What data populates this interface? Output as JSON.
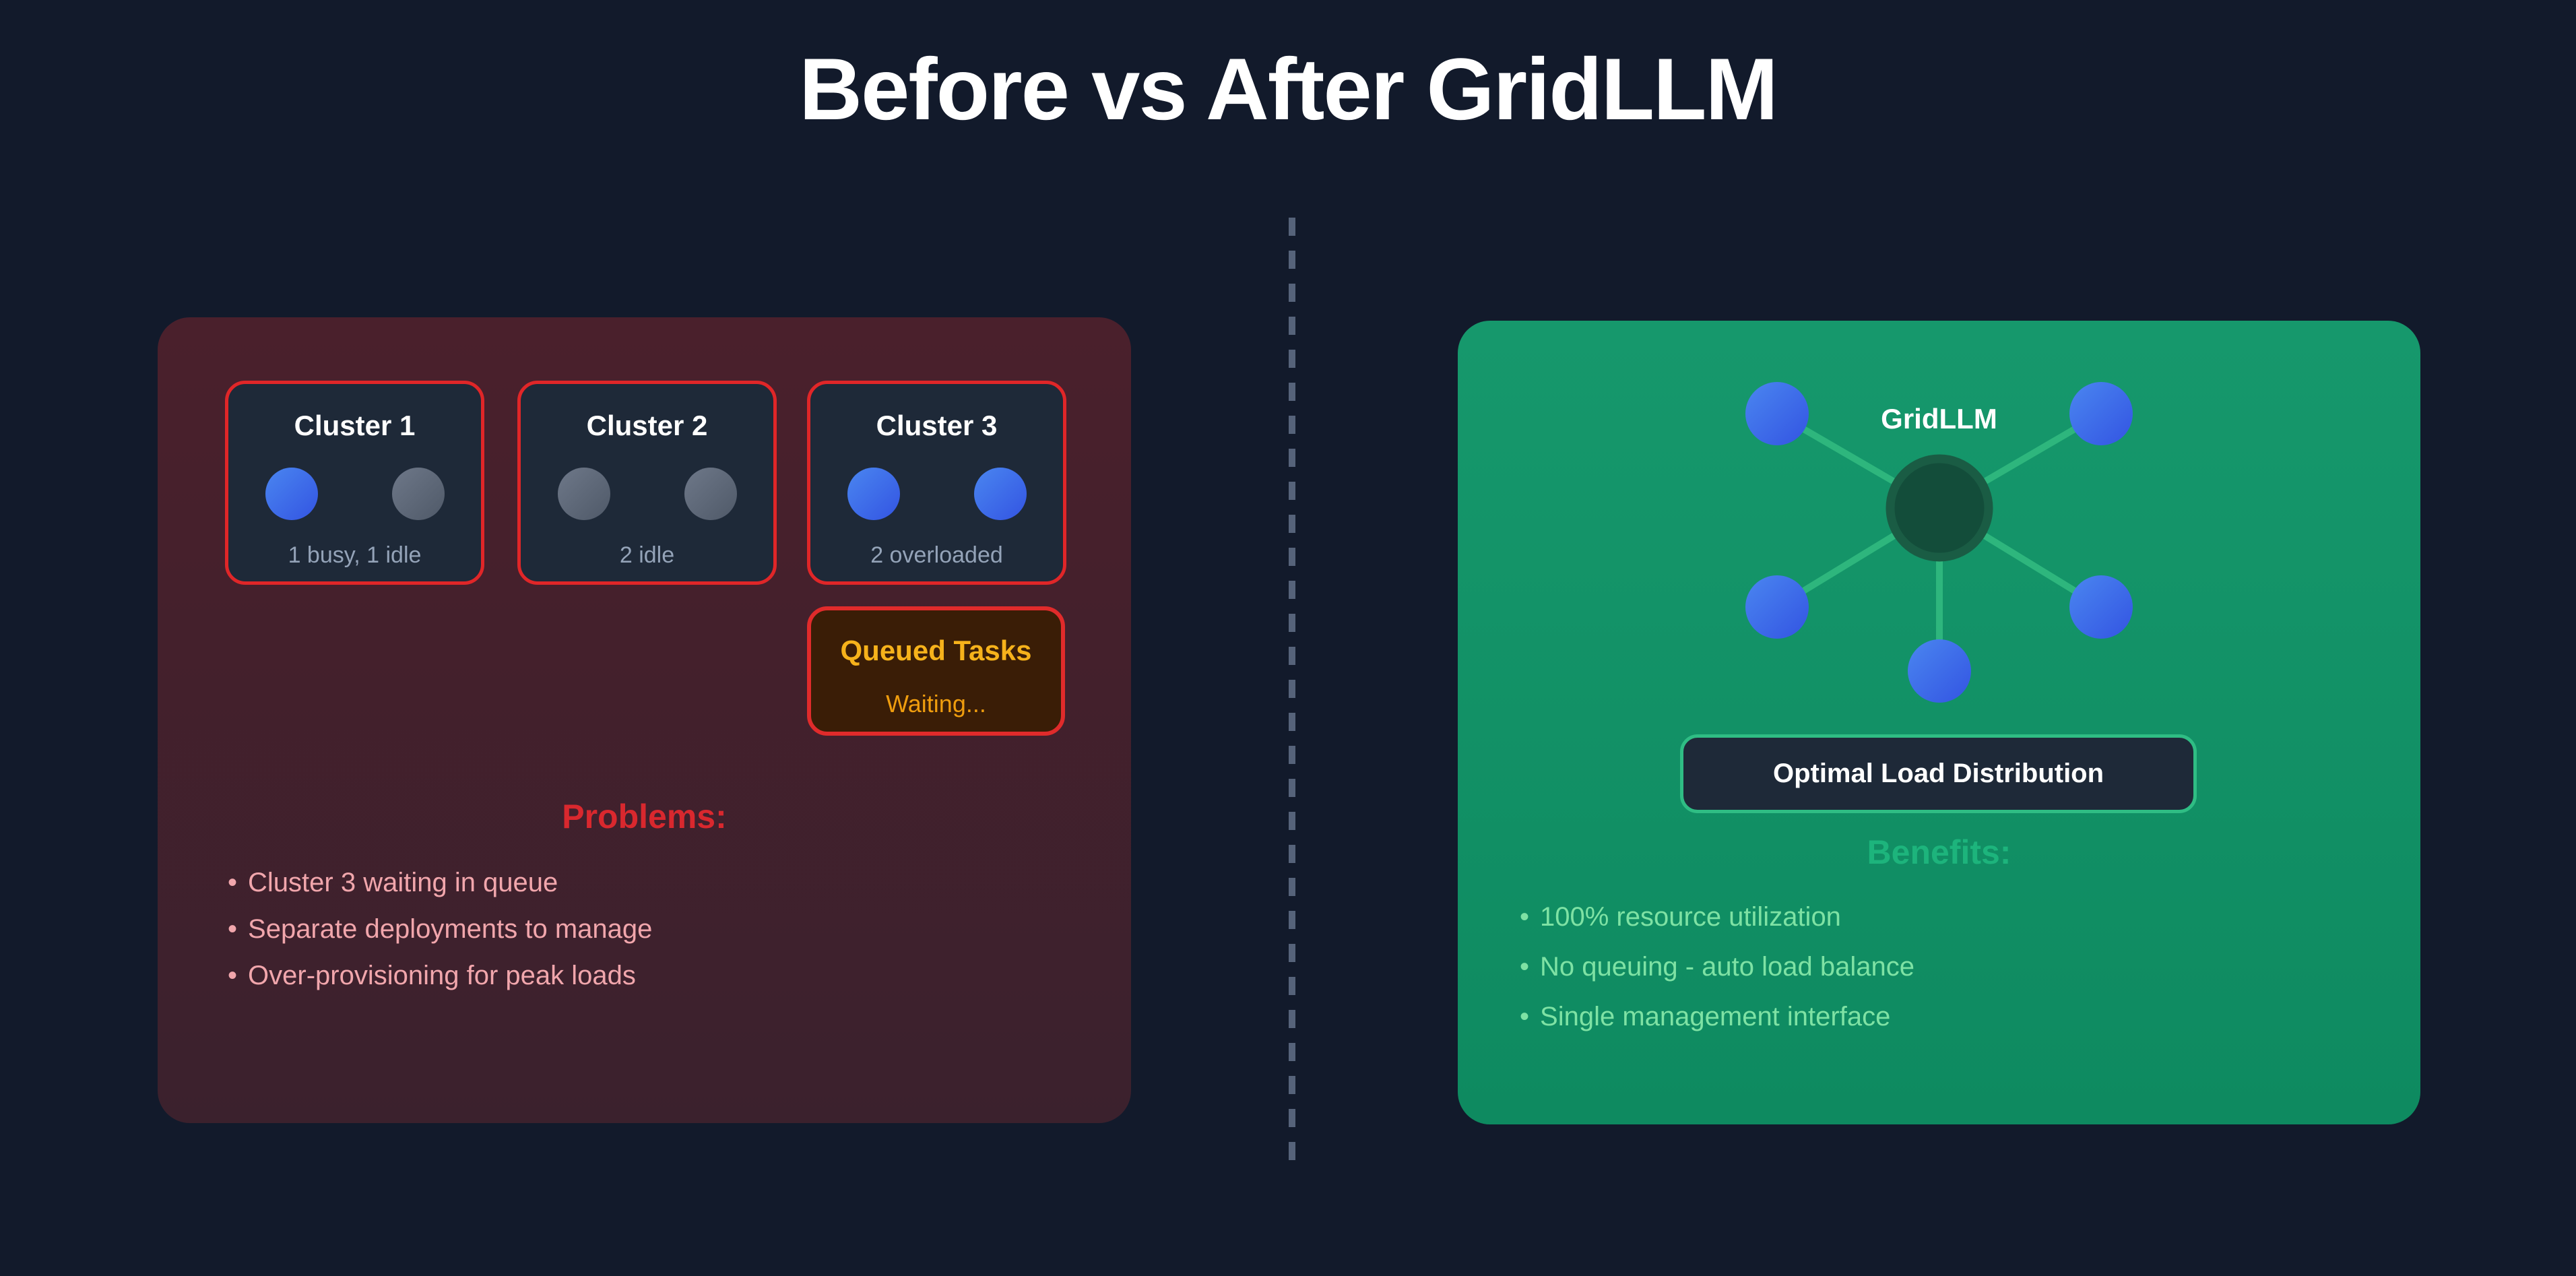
{
  "page_title": "Before vs After GridLLM",
  "bullet_char": "•",
  "before_panel": {
    "clusters": [
      {
        "title": "Cluster 1",
        "status": "1 busy, 1 idle",
        "workers": [
          "busy",
          "idle"
        ]
      },
      {
        "title": "Cluster 2",
        "status": "2 idle",
        "workers": [
          "idle",
          "idle"
        ]
      },
      {
        "title": "Cluster 3",
        "status": "2 overloaded",
        "workers": [
          "busy",
          "busy"
        ]
      }
    ],
    "queued_tasks": {
      "title": "Queued Tasks",
      "status": "Waiting..."
    },
    "problems_heading": "Problems:",
    "problems": [
      "Cluster 3 waiting in queue",
      "Separate deployments to manage",
      "Over-provisioning for peak loads"
    ]
  },
  "after_panel": {
    "hub_label": "GridLLM",
    "node_count": 5,
    "load_button": "Optimal Load Distribution",
    "benefits_heading": "Benefits:",
    "benefits": [
      "100% resource utilization",
      "No queuing - auto load balance",
      "Single management interface"
    ]
  },
  "colors": {
    "background": "#121a2b",
    "before_panel_bg": "#45222e",
    "after_panel_bg": "#129166",
    "alert_red": "#e02628",
    "amber": "#f6b21b",
    "busy_blue": "#3b6ce8",
    "idle_gray": "#5d6778",
    "link_green": "#2eb67d",
    "hub_green": "#134d3a",
    "problems_text": "#f1a6ac",
    "benefits_text": "#7ee2a4",
    "divider_gray": "#56637a"
  }
}
